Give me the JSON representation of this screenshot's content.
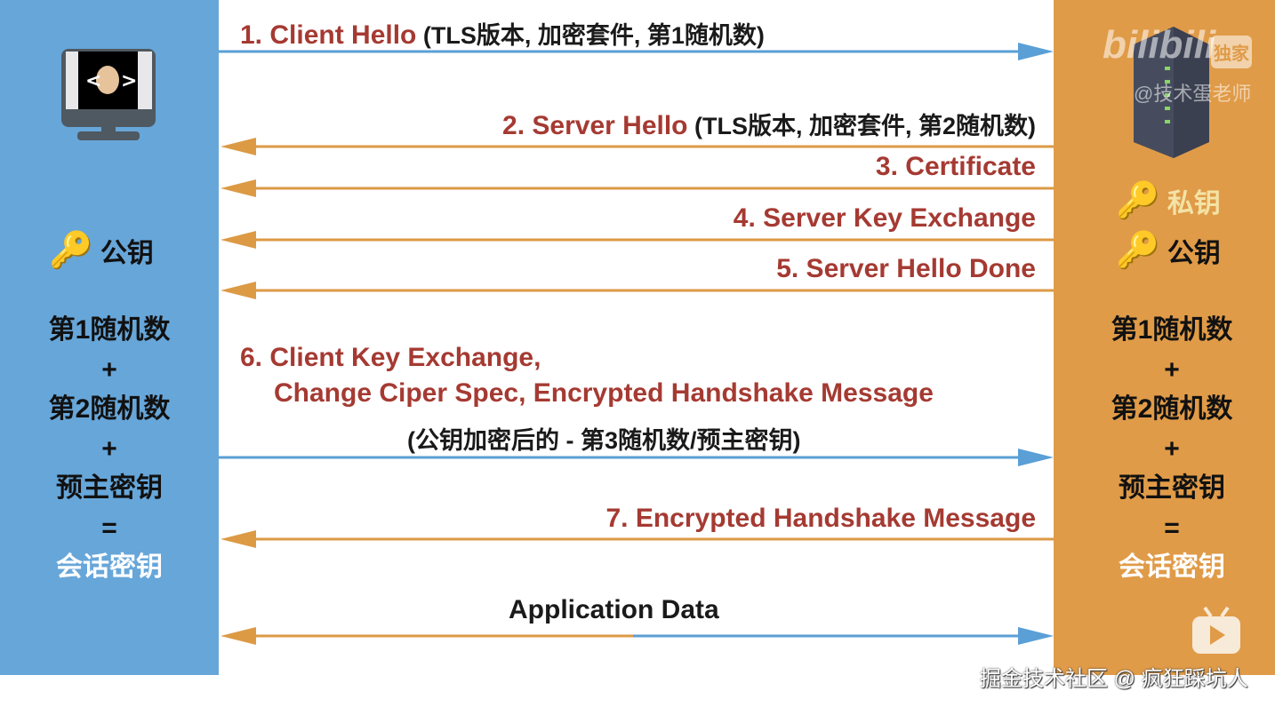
{
  "colors": {
    "client": "#67a6d9",
    "server": "#e09b48",
    "label": "#a53a32",
    "arrow_client": "#5a9fd6",
    "arrow_server": "#dc9a45"
  },
  "messages": [
    {
      "label": "1. Client Hello",
      "detail": " (TLS版本, 加密套件, 第1随机数)",
      "direction": "client-to-server"
    },
    {
      "label": "2. Server Hello",
      "detail": " (TLS版本, 加密套件, 第2随机数)",
      "direction": "server-to-client"
    },
    {
      "label": "3. Certificate",
      "direction": "server-to-client"
    },
    {
      "label": "4. Server Key Exchange",
      "direction": "server-to-client"
    },
    {
      "label": "5. Server Hello Done",
      "direction": "server-to-client"
    },
    {
      "label": "6. Client Key Exchange,",
      "label2": "Change Ciper Spec,  Encrypted Handshake Message",
      "detail": "(公钥加密后的 - 第3随机数/预主密钥)",
      "direction": "client-to-server"
    },
    {
      "label": "7. Encrypted Handshake Message",
      "direction": "server-to-client"
    },
    {
      "label": "Application Data",
      "direction": "bidirectional"
    }
  ],
  "client": {
    "public_key": "公钥",
    "formula": [
      "第1随机数",
      "+",
      "第2随机数",
      "+",
      "预主密钥",
      "=",
      "会话密钥"
    ]
  },
  "server": {
    "private_key": "私钥",
    "public_key": "公钥",
    "formula": [
      "第1随机数",
      "+",
      "第2随机数",
      "+",
      "预主密钥",
      "=",
      "会话密钥"
    ]
  },
  "watermark": {
    "logo": "bilibili",
    "badge": "独家",
    "author": "@技术蛋老师"
  },
  "footer": "掘金技术社区 @ 疯狂踩坑人"
}
